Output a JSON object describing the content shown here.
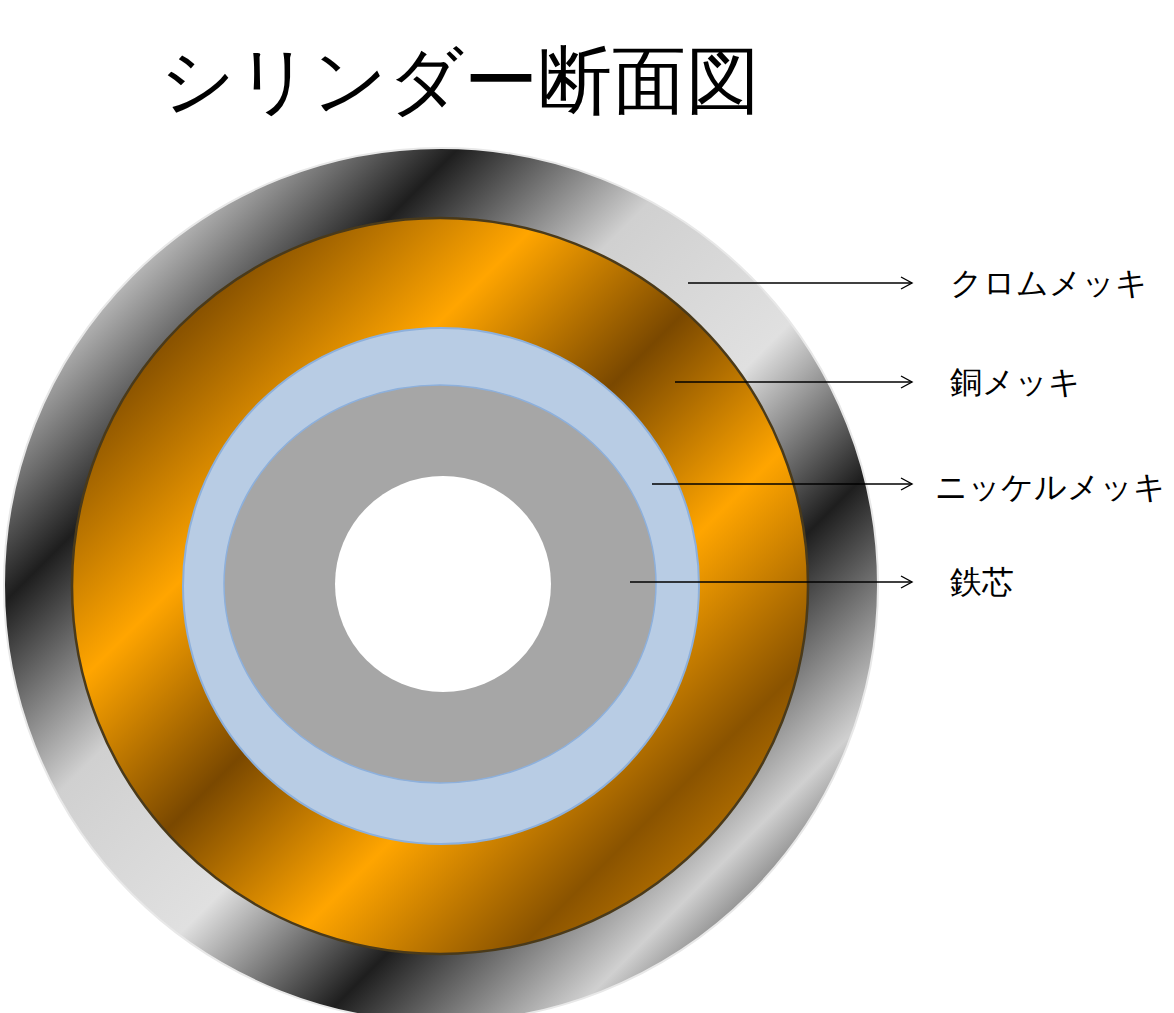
{
  "diagram": {
    "title": "シリンダー断面図",
    "labels": [
      "クロムメッキ",
      "銅メッキ",
      "ニッケルメッキ",
      "鉄芯"
    ]
  }
}
